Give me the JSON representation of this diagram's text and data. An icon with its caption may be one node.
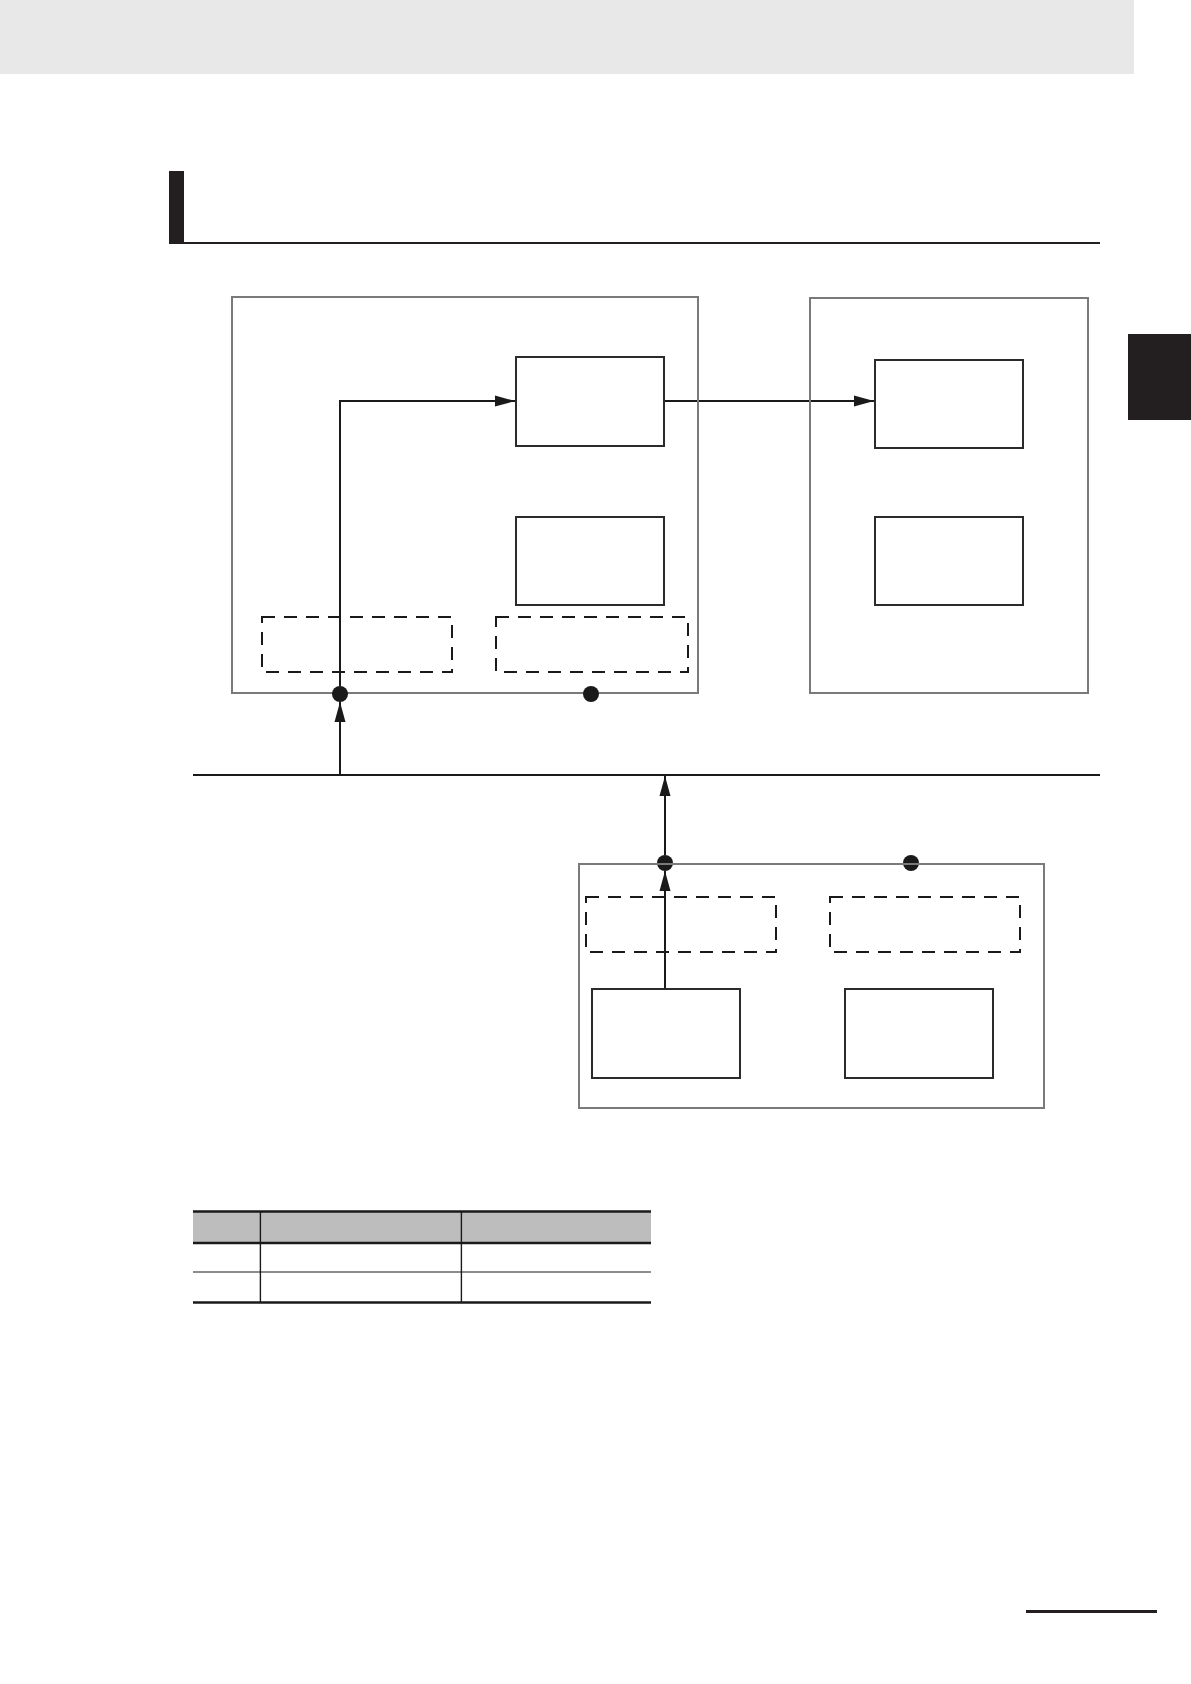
{
  "diagram": {
    "nodes": [
      {
        "text": [],
        "shape": "box"
      },
      {
        "text": [],
        "shape": "box",
        "in": 0
      },
      {
        "text": [],
        "shape": "box",
        "in": 0
      },
      {
        "text": [],
        "shape": "box",
        "in": 0
      },
      {
        "text": [],
        "shape": "box",
        "in": 0
      },
      {
        "text": [],
        "shape": "circle"
      },
      {
        "text": [],
        "shape": "circle"
      },
      {
        "text": [],
        "shape": "box"
      },
      {
        "text": [],
        "shape": "box",
        "in": 7
      },
      {
        "text": [],
        "shape": "box",
        "in": 7
      },
      {
        "text": [],
        "shape": "bar"
      },
      {
        "text": [],
        "shape": "circle"
      },
      {
        "text": [],
        "shape": "circle"
      },
      {
        "text": [],
        "shape": "box"
      },
      {
        "text": [],
        "shape": "box",
        "in": 13
      },
      {
        "text": [],
        "shape": "box",
        "in": 13
      },
      {
        "text": [],
        "shape": "box",
        "in": 13
      },
      {
        "text": [],
        "shape": "box",
        "in": 13
      },
      {
        "text": [],
        "shape": "box"
      }
    ],
    "edges": [
      {
        "from": 10,
        "to": 5,
        "arrow": "to"
      },
      {
        "from": 5,
        "to": 3,
        "arrow": "none"
      },
      {
        "from": 3,
        "to": 1,
        "arrow": "to"
      },
      {
        "from": 1,
        "to": 8,
        "arrow": "to"
      },
      {
        "from": 16,
        "to": 14,
        "arrow": "none"
      },
      {
        "from": 14,
        "to": 11,
        "arrow": "to"
      },
      {
        "from": 11,
        "to": 10,
        "arrow": "to"
      }
    ]
  }
}
